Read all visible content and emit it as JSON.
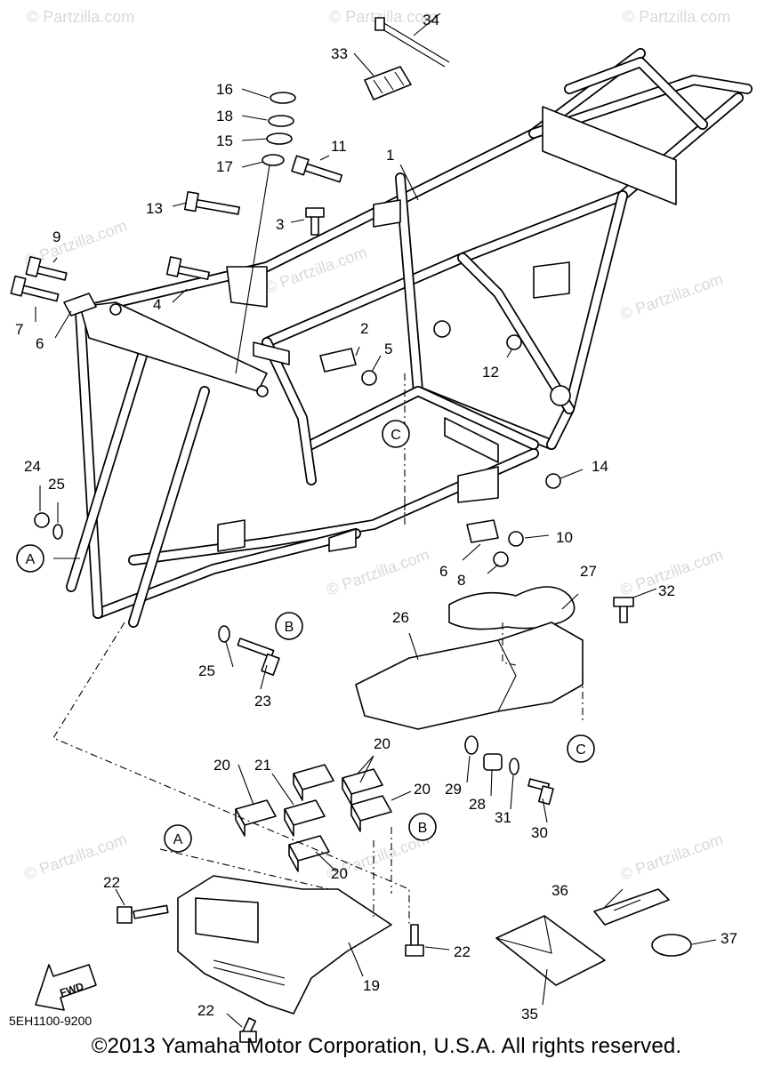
{
  "diagram_code": "5EH1100-9200",
  "copyright": "©2013 Yamaha Motor Corporation, U.S.A. All rights reserved.",
  "watermark": "© Partzilla.com",
  "fwd_label": "FWD",
  "ref_letters": {
    "a": "A",
    "b": "B",
    "c": "C"
  },
  "callouts": [
    "34",
    "33",
    "16",
    "18",
    "15",
    "17",
    "11",
    "1",
    "13",
    "3",
    "9",
    "4",
    "7",
    "6",
    "2",
    "5",
    "12",
    "24",
    "25",
    "14",
    "10",
    "6",
    "8",
    "27",
    "32",
    "26",
    "25",
    "23",
    "20",
    "21",
    "20",
    "20",
    "29",
    "28",
    "31",
    "30",
    "20",
    "22",
    "22",
    "36",
    "37",
    "22",
    "19",
    "35"
  ]
}
